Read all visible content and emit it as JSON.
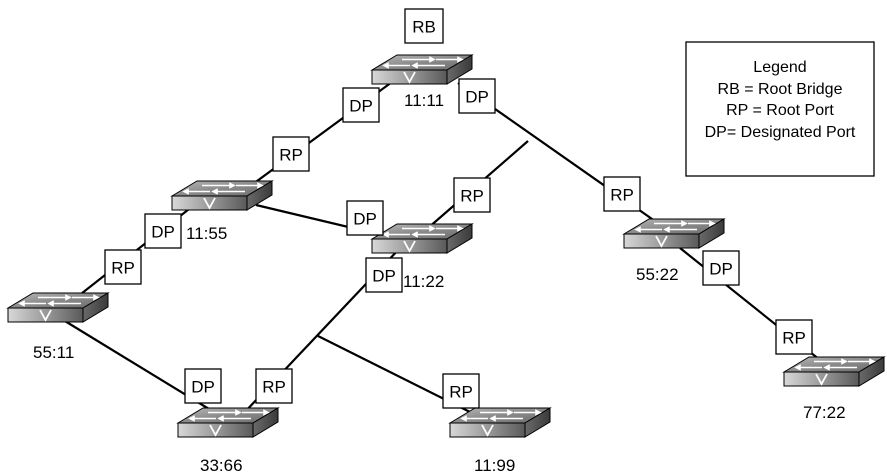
{
  "root_label": "RB",
  "switches": {
    "s1111": "11:11",
    "s1155": "11:55",
    "s1122": "11:22",
    "s5511": "55:11",
    "s3366": "33:66",
    "s1199": "11:99",
    "s5522": "55:22",
    "s7722": "77:22"
  },
  "ports": {
    "p1": "DP",
    "p2": "DP",
    "p3": "RP",
    "p4": "DP",
    "p5": "RP",
    "p6": "RP",
    "p7": "DP",
    "p8": "RP",
    "p9": "DP",
    "p10": "DP",
    "p11": "DP",
    "p12": "RP",
    "p13": "RP",
    "p14": "RP"
  },
  "legend": {
    "title": "Legend",
    "rb": "RB = Root Bridge",
    "rp": "RP = Root Port",
    "dp": "DP= Designated Port"
  }
}
